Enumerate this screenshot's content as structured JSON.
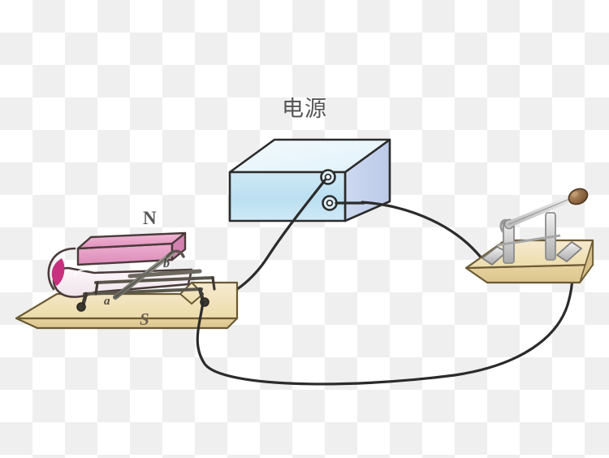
{
  "figure": {
    "title": "Magnetic force on current-carrying conductor experiment",
    "background": "checkerboard-transparency"
  },
  "labels": {
    "power_source": "电源",
    "north_pole": "N",
    "south_pole": "S",
    "rod_end_a": "a",
    "rod_end_b": "b"
  },
  "components": {
    "power_supply": {
      "name": "电源",
      "front_color": "#bfe0f2",
      "top_color": "#e9f5fb",
      "side_color": "#c6d4ee",
      "outline_color": "#2b2b2b",
      "terminals": 2
    },
    "magnet": {
      "type": "horseshoe-magnet",
      "top_bar_color": "#e79ec4",
      "tip_color": "#c8307f",
      "body_color": "#f7eef3",
      "outline_color": "#4a3a3a",
      "pole_top": "N",
      "pole_bottom": "S"
    },
    "conductor_rod": {
      "label_a": "a",
      "label_b": "b",
      "color": "#7a7a72"
    },
    "rail_stand": {
      "color": "#5b564c"
    },
    "magnet_base": {
      "type": "wooden-board",
      "top_color": "#f0e0b4",
      "edge_color": "#e2c98f",
      "outline_color": "#6b5a33"
    },
    "switch": {
      "type": "knife-switch",
      "state": "open",
      "blade_color": "#d9d9d9",
      "knob_color": "#8a6644",
      "base_top_color": "#f0e3bb",
      "base_edge_color": "#ded0a4"
    },
    "wires": {
      "color": "#2a2a2a",
      "width": 3,
      "count": 3,
      "paths": [
        "power-supply-terminal-1 to magnet-base",
        "power-supply-terminal-2 to switch-left-post",
        "magnet-base to switch-right-post"
      ]
    }
  }
}
